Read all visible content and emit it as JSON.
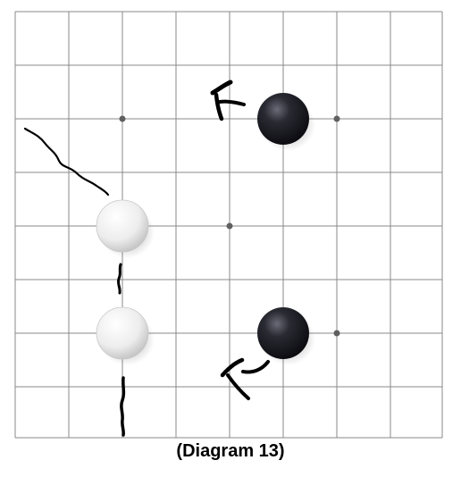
{
  "diagram": {
    "caption": "(Diagram 13)",
    "grid_lines": 9,
    "line_color": "#8a8a8a",
    "star_point_color": "#606060",
    "star_points": [
      {
        "col": 2,
        "row": 2
      },
      {
        "col": 6,
        "row": 2
      },
      {
        "col": 4,
        "row": 4
      },
      {
        "col": 6,
        "row": 6
      }
    ],
    "stones": [
      {
        "color": "black",
        "col": 5,
        "row": 2
      },
      {
        "color": "white",
        "col": 2,
        "row": 4
      },
      {
        "color": "white",
        "col": 2,
        "row": 6
      },
      {
        "color": "black",
        "col": 5,
        "row": 6
      }
    ],
    "marks": [
      {
        "name": "arrow-upper-mark"
      },
      {
        "name": "arrow-lower-mark"
      },
      {
        "name": "ink-stroke-diagonal"
      },
      {
        "name": "ink-stroke-short"
      },
      {
        "name": "ink-stroke-bottom"
      }
    ]
  }
}
